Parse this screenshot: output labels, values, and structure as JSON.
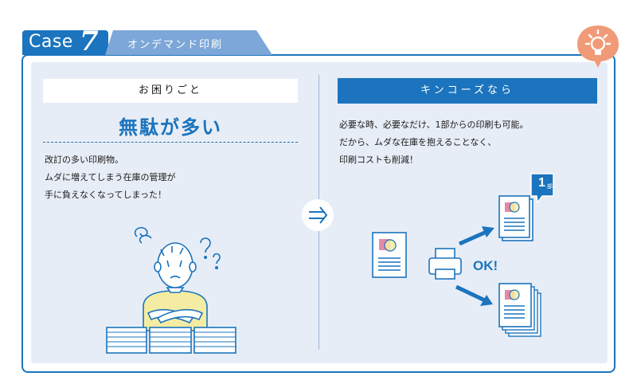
{
  "case": {
    "word": "Case",
    "number": "7",
    "title": "オンデマンド印刷"
  },
  "problem": {
    "header": "お困りごと",
    "title": "無駄が多い",
    "lines": [
      "改訂の多い印刷物。",
      "ムダに増えてしまう在庫の管理が",
      "手に負えなくなってしまった！"
    ]
  },
  "solution": {
    "header": "キンコーズなら",
    "lines": [
      "必要な時、必要なだけ、1部からの印刷も可能。",
      "だから、ムダな在庫を抱えることなく、",
      "印刷コストも削減！"
    ],
    "ok_label": "OK!",
    "badge_number": "1",
    "badge_unit": "部"
  },
  "icons": {
    "bulb": "lightbulb-icon",
    "arrow": "arrow-right-icon",
    "printer": "printer-icon"
  },
  "colors": {
    "accent": "#1b74bd",
    "panel_bg": "#e7edf6",
    "bulb": "#f09a77"
  }
}
